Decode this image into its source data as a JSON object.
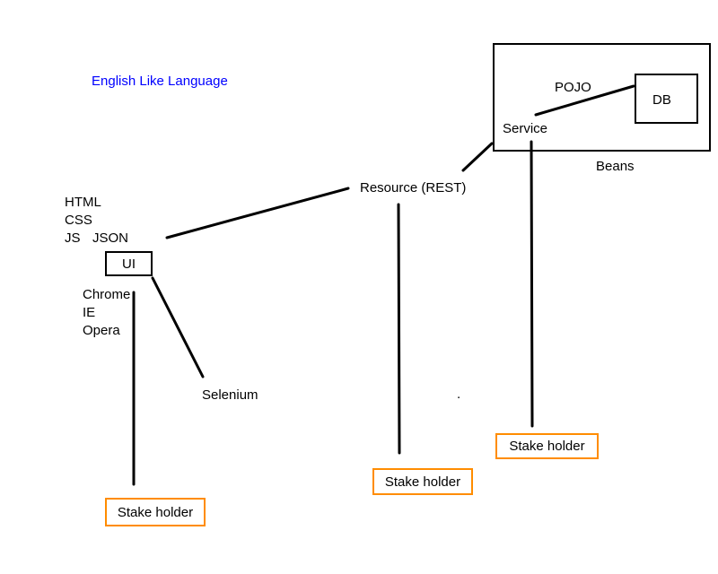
{
  "labels": {
    "english": "English Like Language",
    "pojo": "POJO",
    "db": "DB",
    "service": "Service",
    "beans": "Beans",
    "resource": "Resource (REST)",
    "html": "HTML",
    "css": "CSS",
    "js": "JS",
    "json": "JSON",
    "ui": "UI",
    "chrome": "Chrome",
    "ie": "IE",
    "opera": "Opera",
    "selenium": "Selenium",
    "dot": "."
  },
  "stakeholders": [
    "Stake holder",
    "Stake holder",
    "Stake holder"
  ],
  "colors": {
    "accent_text": "#0000ff",
    "stakeholder_border": "#ff8c00",
    "line": "#000000"
  }
}
